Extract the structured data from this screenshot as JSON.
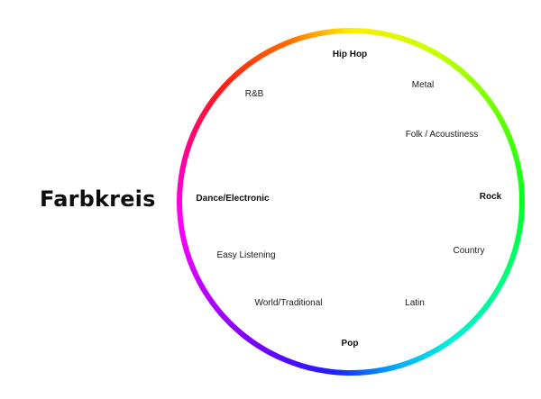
{
  "title": "Farbkreis",
  "wheel": {
    "genres": [
      {
        "label": "Hip Hop",
        "emphasis": true
      },
      {
        "label": "Metal",
        "emphasis": false
      },
      {
        "label": "Folk / Acoustiness",
        "emphasis": false
      },
      {
        "label": "Rock",
        "emphasis": true
      },
      {
        "label": "Country",
        "emphasis": false
      },
      {
        "label": "Latin",
        "emphasis": false
      },
      {
        "label": "Pop",
        "emphasis": true
      },
      {
        "label": "World/Traditional",
        "emphasis": false
      },
      {
        "label": "Easy Listening",
        "emphasis": false
      },
      {
        "label": "Dance/Electronic",
        "emphasis": true
      },
      {
        "label": "R&B",
        "emphasis": false
      }
    ]
  }
}
